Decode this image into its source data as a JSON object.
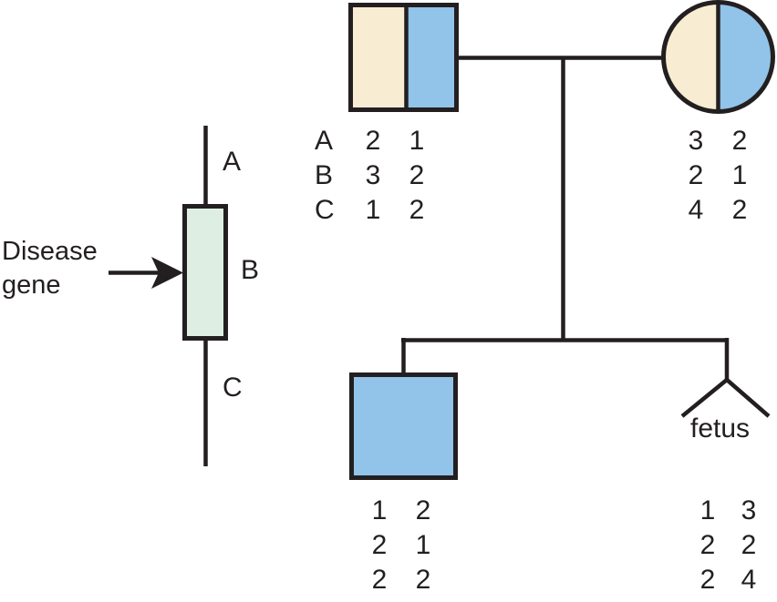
{
  "figure": {
    "type": "genetics-linkage-pedigree-figure",
    "background": "#ffffff",
    "colors": {
      "line": "#231f20",
      "tan_haplotype": "#f8ecd2",
      "blue_haplotype": "#92c3e8",
      "gene_region_green": "#dfeee3"
    }
  },
  "gene_map": {
    "arrow_label_line1": "Disease",
    "arrow_label_line2": "gene",
    "marker_top": "A",
    "marker_middle": "B",
    "marker_bottom": "C",
    "arrow_icon": "right-arrow-icon"
  },
  "pedigree": {
    "father": {
      "symbol": "square-half-tan-half-blue",
      "markers": [
        "A",
        "B",
        "C"
      ],
      "hap1": [
        "2",
        "3",
        "1"
      ],
      "hap2": [
        "1",
        "2",
        "2"
      ]
    },
    "mother": {
      "symbol": "circle-half-tan-half-blue",
      "hap1": [
        "3",
        "2",
        "4"
      ],
      "hap2": [
        "2",
        "1",
        "2"
      ]
    },
    "son": {
      "symbol": "square-blue-affected",
      "hap1": [
        "1",
        "2",
        "2"
      ],
      "hap2": [
        "2",
        "1",
        "2"
      ]
    },
    "fetus": {
      "symbol": "chevron-fetus",
      "label": "fetus",
      "hap1": [
        "1",
        "2",
        "2"
      ],
      "hap2": [
        "3",
        "2",
        "4"
      ]
    }
  }
}
